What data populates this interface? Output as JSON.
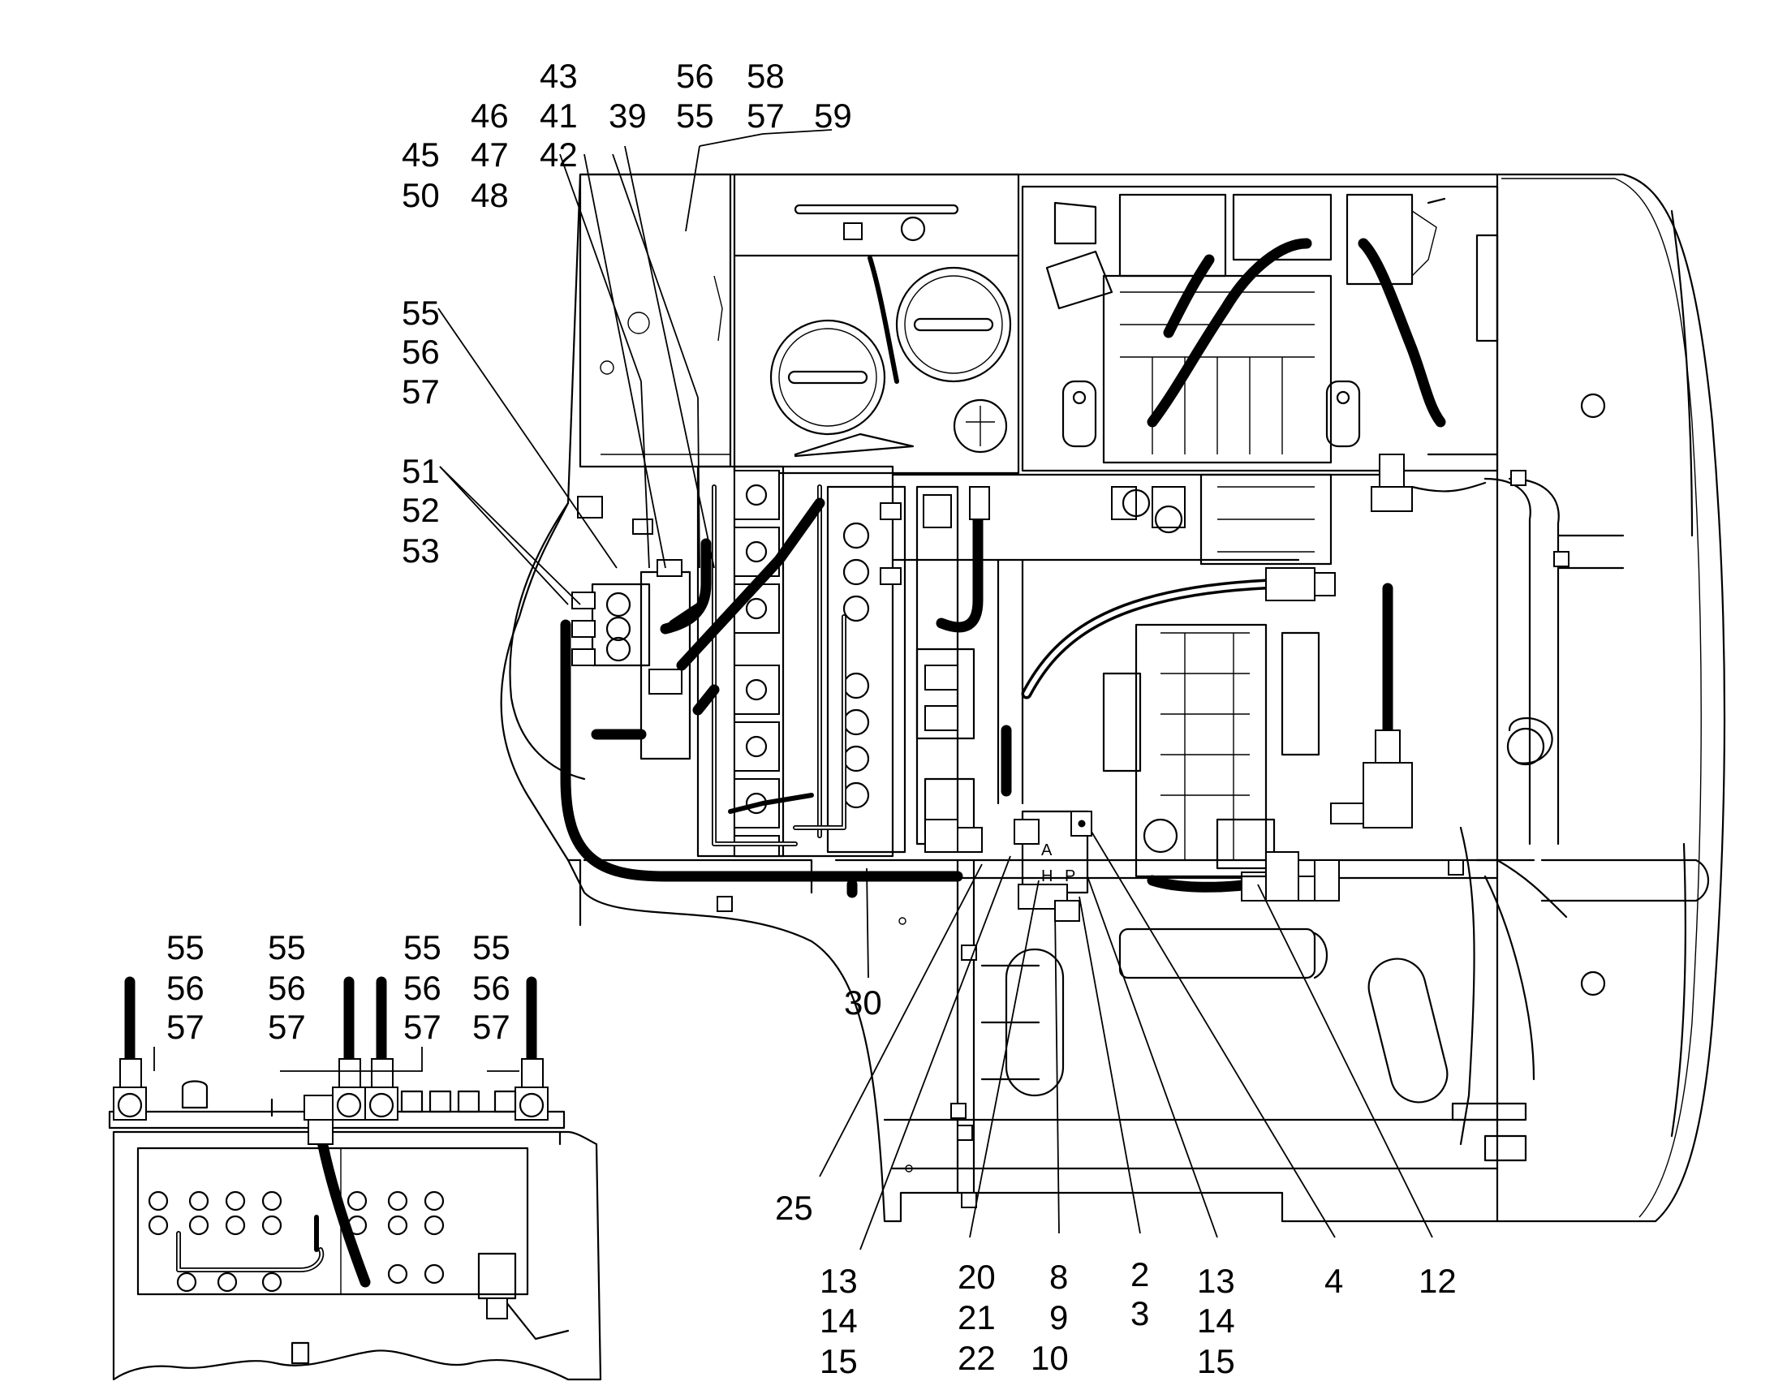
{
  "callouts": [
    {
      "id": "c-43",
      "text": "43"
    },
    {
      "id": "c-56a",
      "text": "56"
    },
    {
      "id": "c-58",
      "text": "58"
    },
    {
      "id": "c-46",
      "text": "46"
    },
    {
      "id": "c-41",
      "text": "41"
    },
    {
      "id": "c-39",
      "text": "39"
    },
    {
      "id": "c-55a",
      "text": "55"
    },
    {
      "id": "c-57a",
      "text": "57"
    },
    {
      "id": "c-59",
      "text": "59"
    },
    {
      "id": "c-45",
      "text": "45"
    },
    {
      "id": "c-47",
      "text": "47"
    },
    {
      "id": "c-42",
      "text": "42"
    },
    {
      "id": "c-50",
      "text": "50"
    },
    {
      "id": "c-48",
      "text": "48"
    },
    {
      "id": "c-55b",
      "text": "55"
    },
    {
      "id": "c-56b",
      "text": "56"
    },
    {
      "id": "c-57b",
      "text": "57"
    },
    {
      "id": "c-51",
      "text": "51"
    },
    {
      "id": "c-52",
      "text": "52"
    },
    {
      "id": "c-53",
      "text": "53"
    },
    {
      "id": "c-30",
      "text": "30"
    },
    {
      "id": "c-25",
      "text": "25"
    },
    {
      "id": "c-13a",
      "text": "13"
    },
    {
      "id": "c-14a",
      "text": "14"
    },
    {
      "id": "c-15a",
      "text": "15"
    },
    {
      "id": "c-20",
      "text": "20"
    },
    {
      "id": "c-21",
      "text": "21"
    },
    {
      "id": "c-22",
      "text": "22"
    },
    {
      "id": "c-8",
      "text": "8"
    },
    {
      "id": "c-9",
      "text": "9"
    },
    {
      "id": "c-10",
      "text": "10"
    },
    {
      "id": "c-2",
      "text": "2"
    },
    {
      "id": "c-3",
      "text": "3"
    },
    {
      "id": "c-13b",
      "text": "13"
    },
    {
      "id": "c-14b",
      "text": "14"
    },
    {
      "id": "c-15b",
      "text": "15"
    },
    {
      "id": "c-4",
      "text": "4"
    },
    {
      "id": "c-12",
      "text": "12"
    },
    {
      "id": "c-55c",
      "text": "55"
    },
    {
      "id": "c-56c",
      "text": "56"
    },
    {
      "id": "c-57c",
      "text": "57"
    },
    {
      "id": "c-55d",
      "text": "55"
    },
    {
      "id": "c-56d",
      "text": "56"
    },
    {
      "id": "c-57d",
      "text": "57"
    },
    {
      "id": "c-55e",
      "text": "55"
    },
    {
      "id": "c-56e",
      "text": "56"
    },
    {
      "id": "c-57e",
      "text": "57"
    },
    {
      "id": "c-55f",
      "text": "55"
    },
    {
      "id": "c-56f",
      "text": "56"
    },
    {
      "id": "c-57f",
      "text": "57"
    }
  ],
  "valve_ports": {
    "a": "A",
    "h": "H",
    "p": "P"
  }
}
